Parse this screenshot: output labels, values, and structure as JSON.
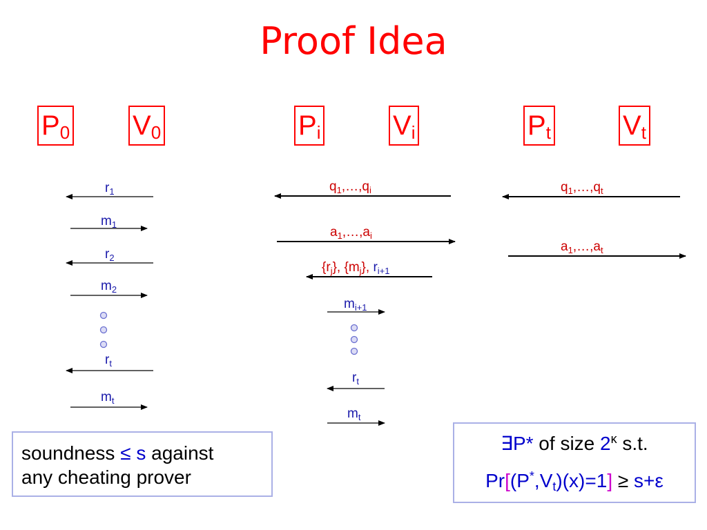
{
  "title": "Proof Idea",
  "parties": [
    {
      "name": "P",
      "sub": "0"
    },
    {
      "name": "V",
      "sub": "0"
    },
    {
      "name": "P",
      "sub": "i"
    },
    {
      "name": "V",
      "sub": "i"
    },
    {
      "name": "P",
      "sub": "t"
    },
    {
      "name": "V",
      "sub": "t"
    }
  ],
  "left_messages": [
    {
      "base": "r",
      "sub": "1"
    },
    {
      "base": "m",
      "sub": "1"
    },
    {
      "base": "r",
      "sub": "2"
    },
    {
      "base": "m",
      "sub": "2"
    },
    {
      "base": "r",
      "sub": "t"
    },
    {
      "base": "m",
      "sub": "t"
    }
  ],
  "mid_messages": {
    "q": {
      "a": "q",
      "a_sub": "1",
      "mid": ",…,",
      "b": "q",
      "b_sub": "i"
    },
    "a": {
      "a": "a",
      "a_sub": "1",
      "mid": ",…,",
      "b": "a",
      "b_sub": "i"
    },
    "rm": {
      "p1": "{r",
      "s1": "j",
      "p2": "}, {m",
      "s2": "j",
      "p3": "}, ",
      "p4": "r",
      "s4": "i+1"
    },
    "m_next": {
      "base": "m",
      "sub": "i+1"
    },
    "r_t": {
      "base": "r",
      "sub": "t"
    },
    "m_t": {
      "base": "m",
      "sub": "t"
    }
  },
  "right_messages": {
    "q": {
      "a": "q",
      "a_sub": "1",
      "mid": ",…,",
      "b": "q",
      "b_sub": "t"
    },
    "a": {
      "a": "a",
      "a_sub": "1",
      "mid": ",…,",
      "b": "a",
      "b_sub": "t"
    }
  },
  "soundness": {
    "text1": "soundness ",
    "leq": "≤",
    "s": " s",
    "text2": " against",
    "line2": "any cheating prover"
  },
  "claim": {
    "exists": "∃P*",
    "of_size": " of size ",
    "two": "2",
    "kappa": "κ",
    "st": " s.t.",
    "pr": "Pr",
    "lb": "[",
    "inner1": "(P",
    "star": "*",
    "inner2": ",V",
    "vsub": "t",
    "inner3": ")(x)=1",
    "rb": "]",
    "geq": " ≥ ",
    "rhs": "s+ε"
  },
  "colors": {
    "title": "#ff0000",
    "message_blue": "#1a1aaa",
    "message_red": "#cc0000",
    "box_border": "#aab0e6",
    "dots": "#6a6fd0"
  }
}
